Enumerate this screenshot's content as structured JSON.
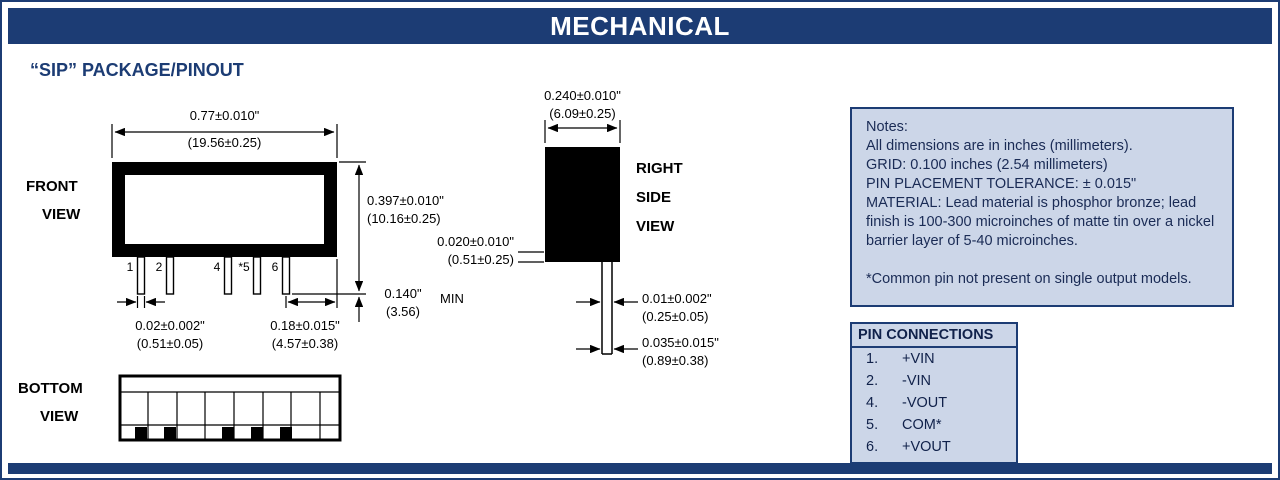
{
  "page": {
    "title": "MECHANICAL",
    "subtitle": "“SIP” PACKAGE/PINOUT"
  },
  "view_labels": {
    "front": [
      "FRONT",
      "VIEW"
    ],
    "right": [
      "RIGHT",
      "SIDE",
      "VIEW"
    ],
    "bottom": [
      "BOTTOM",
      "VIEW"
    ]
  },
  "pin_numbers": [
    "1",
    "2",
    "4",
    "*5",
    "6"
  ],
  "dimensions": {
    "front_width": {
      "in": "0.77±0.010\"",
      "mm": "(19.56±0.25)"
    },
    "front_height": {
      "in": "0.397±0.010\"",
      "mm": "(10.16±0.25)"
    },
    "pin_length": {
      "in": "0.140\"",
      "mm": "(3.56)",
      "suffix": "MIN"
    },
    "pin_width": {
      "in": "0.02±0.002\"",
      "mm": "(0.51±0.05)"
    },
    "pin_pitch": {
      "in": "0.18±0.015\"",
      "mm": "(4.57±0.38)"
    },
    "side_width": {
      "in": "0.240±0.010\"",
      "mm": "(6.09±0.25)"
    },
    "standoff": {
      "in": "0.020±0.010\"",
      "mm": "(0.51±0.25)"
    },
    "lead_thickness": {
      "in": "0.01±0.002\"",
      "mm": "(0.25±0.05)"
    },
    "lead_width": {
      "in": "0.035±0.015\"",
      "mm": "(0.89±0.38)"
    }
  },
  "notes": {
    "title": "Notes:",
    "lines": [
      "All dimensions are in inches (millimeters).",
      "GRID: 0.100 inches (2.54 millimeters)",
      "PIN PLACEMENT TOLERANCE: ± 0.015\"",
      "MATERIAL:  Lead material is phosphor bronze; lead finish is 100-300 microinches of matte tin over a nickel barrier layer of 5-40 microinches."
    ],
    "footnote": "*Common pin not present on single output models."
  },
  "pin_connections": {
    "title": "PIN CONNECTIONS",
    "rows": [
      {
        "num": "1.",
        "name": "+VIN"
      },
      {
        "num": "2.",
        "name": "-VIN"
      },
      {
        "num": "4.",
        "name": "-VOUT"
      },
      {
        "num": "5.",
        "name": "COM*"
      },
      {
        "num": "6.",
        "name": "+VOUT"
      }
    ]
  },
  "colors": {
    "navy": "#1c3c74",
    "box_fill": "#ccd6e8"
  }
}
